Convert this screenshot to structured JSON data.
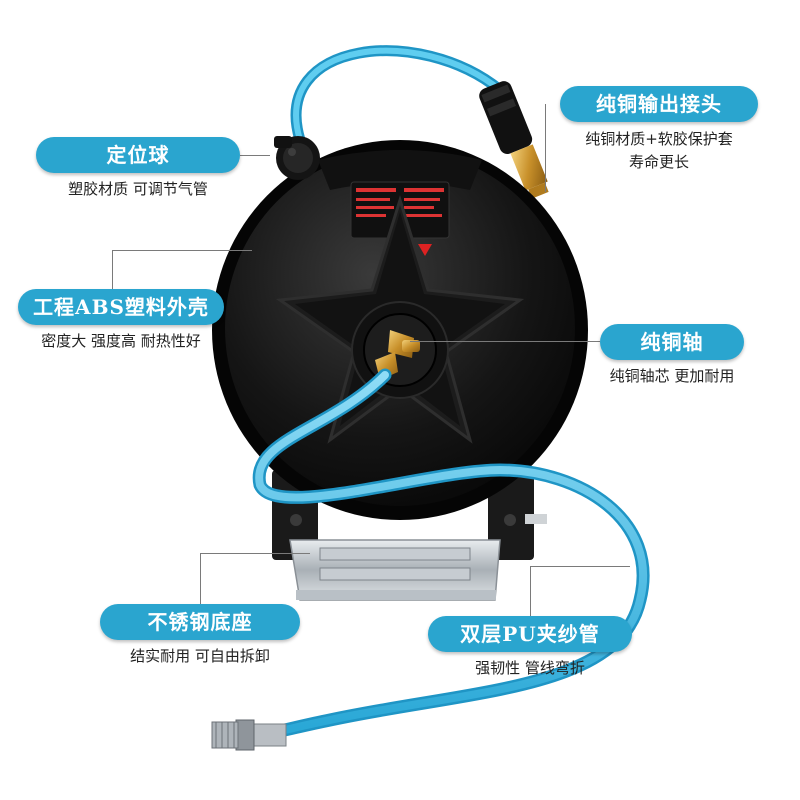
{
  "colors": {
    "accent": "#2aa5cf",
    "hose": "#4fc3ea",
    "reel_body": "#0e0e0e",
    "brass": "#d6a23a"
  },
  "callouts": {
    "locator_ball": {
      "title": "定位球",
      "desc": "塑胶材质 可调节气管"
    },
    "shell": {
      "title": "工程ABS塑料外壳",
      "desc": "密度大 强度高 耐热性好"
    },
    "base": {
      "title": "不锈钢底座",
      "desc": "结实耐用 可自由拆卸"
    },
    "outlet": {
      "title": "纯铜输出接头",
      "desc_line1": "纯铜材质+软胶保护套",
      "desc_line2": "寿命更长"
    },
    "shaft": {
      "title": "纯铜轴",
      "desc": "纯铜轴芯 更加耐用"
    },
    "hose": {
      "title": "双层PU夹纱管",
      "desc": "强韧性 管线弯折"
    }
  }
}
